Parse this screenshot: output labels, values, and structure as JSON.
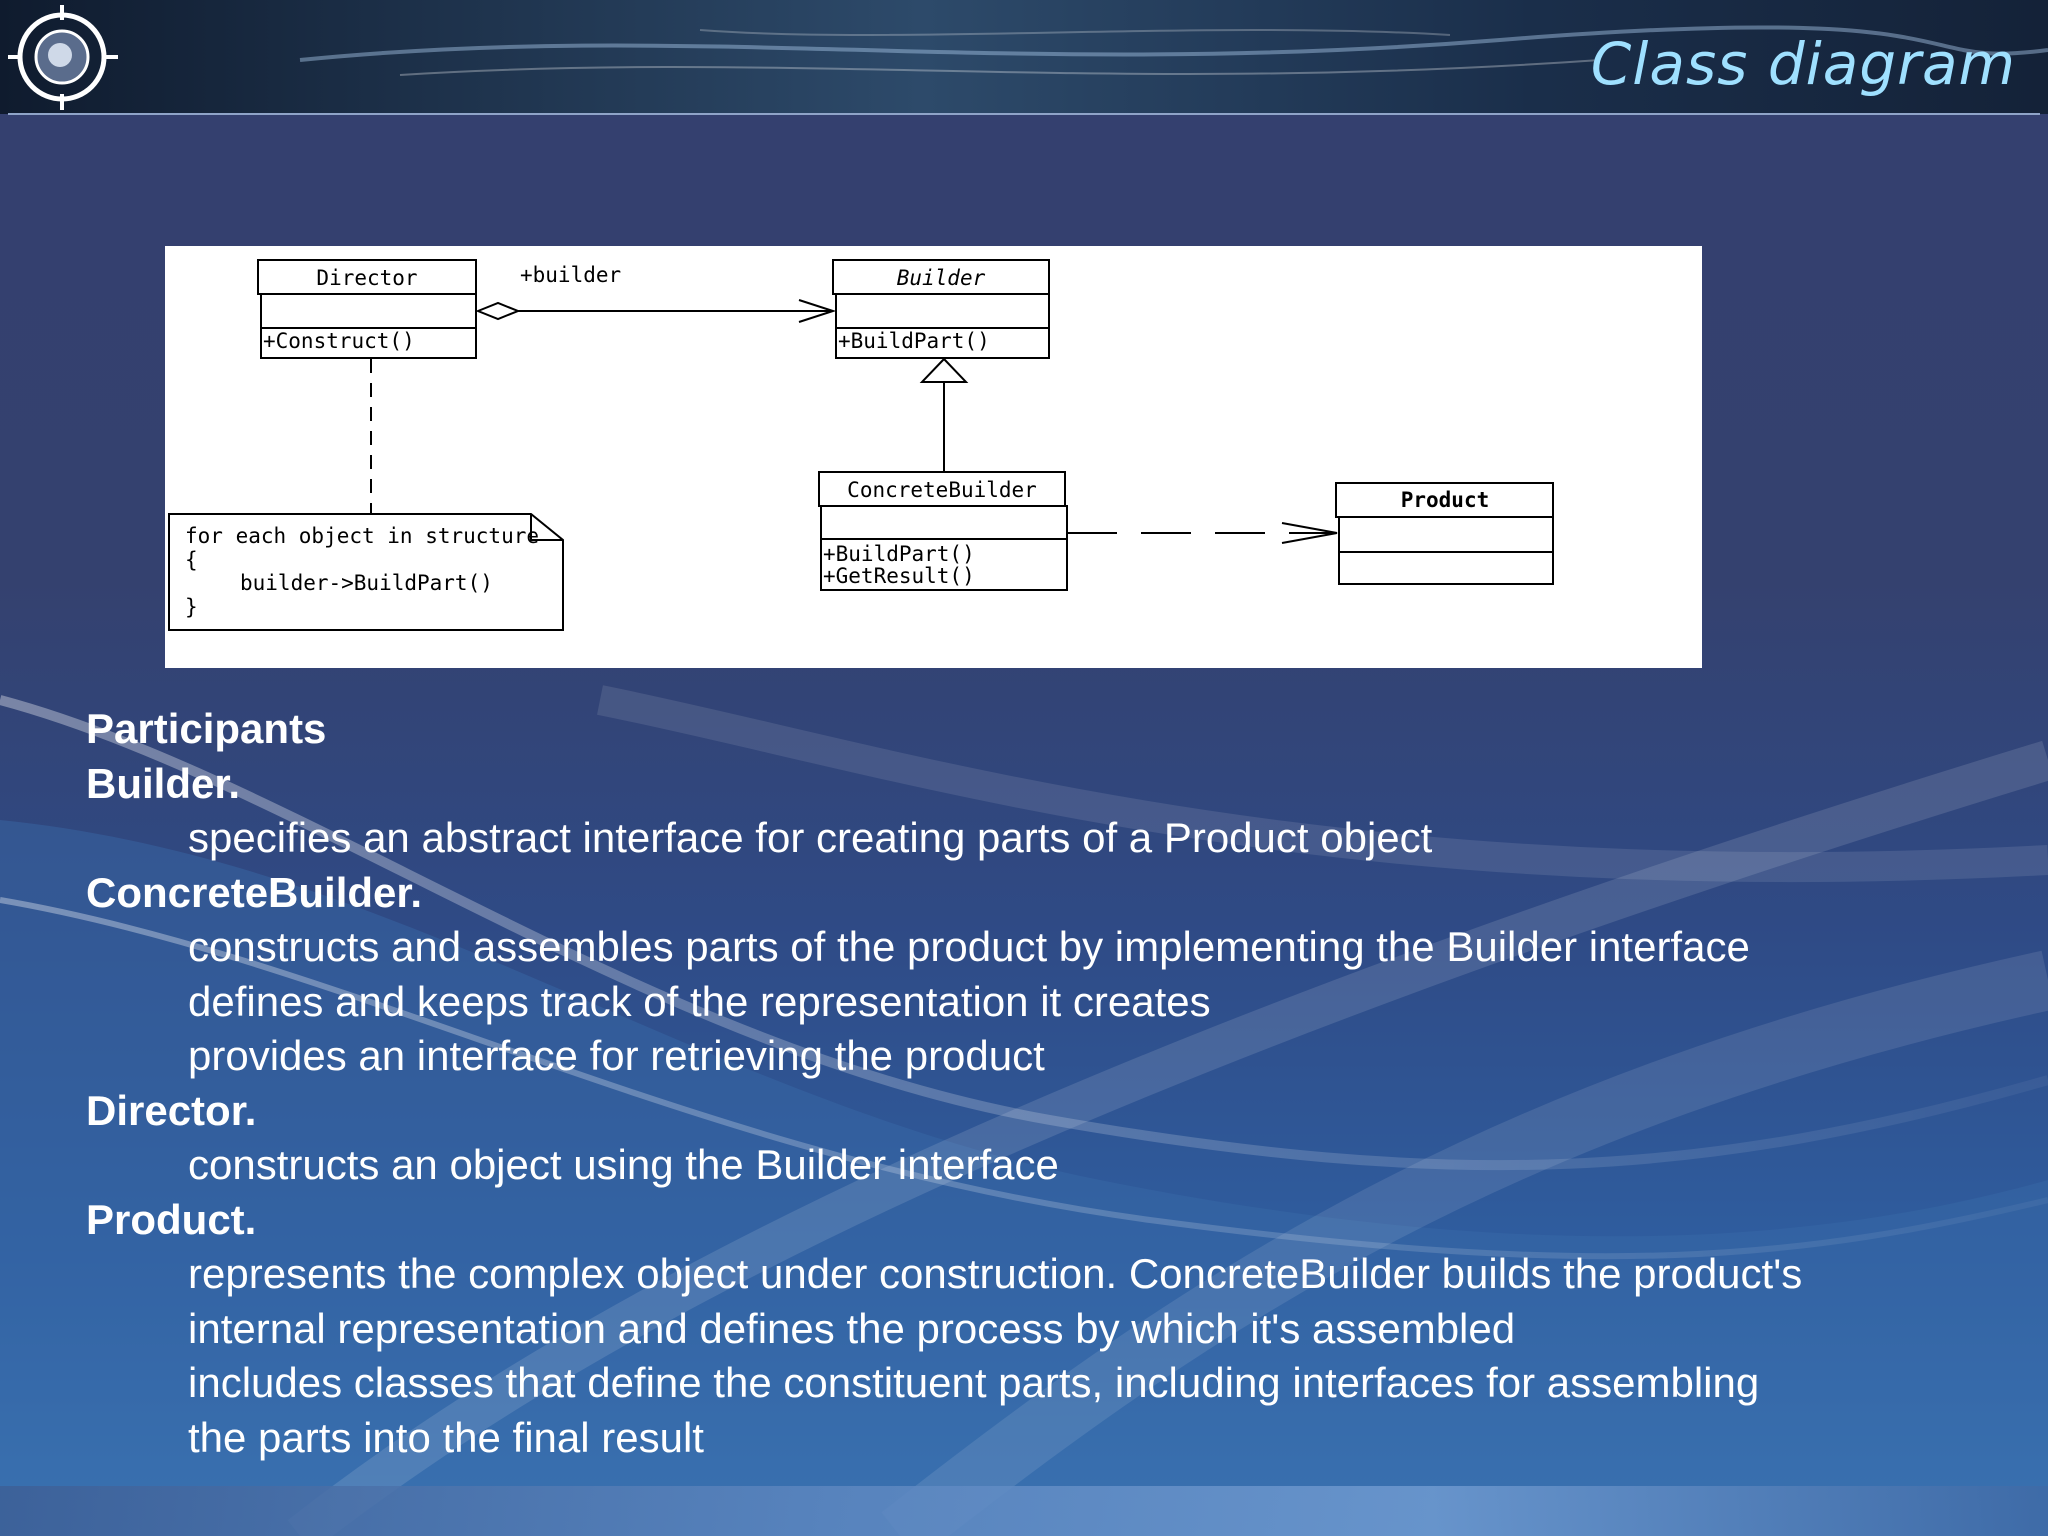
{
  "slide": {
    "title": "Class diagram"
  },
  "diagram": {
    "director": {
      "name": "Director",
      "method": "+Construct()"
    },
    "builder": {
      "name": "Builder",
      "method": "+BuildPart()"
    },
    "association_label": "+builder",
    "concrete_builder": {
      "name": "ConcreteBuilder",
      "methods": [
        "+BuildPart()",
        "+GetResult()"
      ]
    },
    "product": {
      "name": "Product"
    },
    "note": {
      "lines": [
        "for each object in structure",
        "{",
        "builder->BuildPart()",
        "}"
      ]
    }
  },
  "participants": {
    "heading": "Participants",
    "builder": {
      "name": "Builder.",
      "desc": [
        "specifies an abstract interface for creating parts of a Product object"
      ]
    },
    "concrete_builder": {
      "name": "ConcreteBuilder.",
      "desc": [
        "constructs and assembles parts of the product by implementing the Builder interface",
        "defines and keeps track of the representation it creates",
        "provides an interface for retrieving the product"
      ]
    },
    "director": {
      "name": "Director.",
      "desc": [
        "constructs an object using the Builder interface"
      ]
    },
    "product": {
      "name": "Product.",
      "desc": [
        "represents the complex object under construction. ConcreteBuilder builds the product's",
        "internal representation and defines the process by which it's assembled",
        "includes classes that define the constituent parts, including interfaces for assembling",
        "the parts into the final result"
      ]
    }
  }
}
